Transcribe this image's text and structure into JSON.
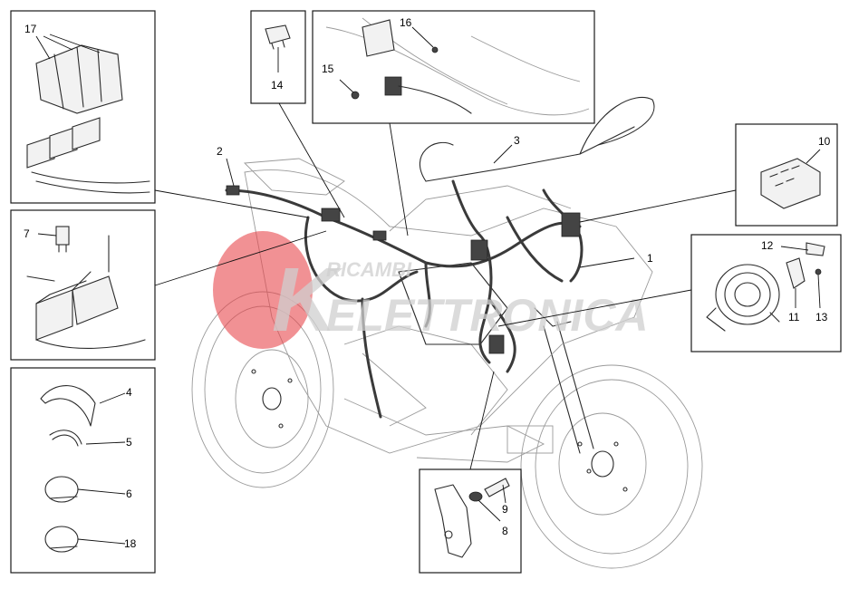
{
  "diagram": {
    "callouts": [
      "1",
      "2",
      "3",
      "4",
      "5",
      "6",
      "7",
      "8",
      "9",
      "10",
      "11",
      "12",
      "13",
      "14",
      "15",
      "16",
      "17",
      "18"
    ],
    "watermark": {
      "line1": "RICAMBI",
      "line2": "ELETTRONICA",
      "letter": "K",
      "color": "#e8474c"
    }
  }
}
